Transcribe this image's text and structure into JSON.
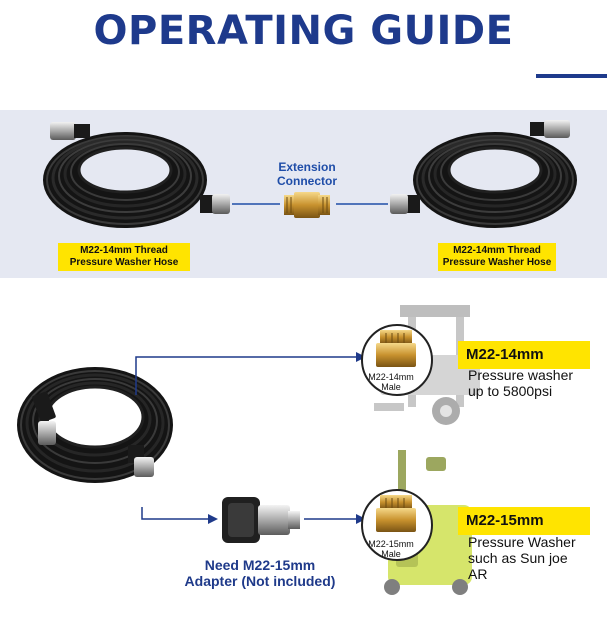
{
  "title": "OPERATING GUIDE",
  "top_section": {
    "left_hose_label_line1": "M22-14mm Thread",
    "left_hose_label_line2": "Pressure Washer Hose",
    "connector_label_line1": "Extension",
    "connector_label_line2": "Connector",
    "right_hose_label_line1": "M22-14mm Thread",
    "right_hose_label_line2": "Pressure Washer Hose"
  },
  "bottom_section": {
    "spec1": {
      "title": "M22-14mm",
      "desc_line1": "Pressure washer",
      "desc_line2": "up to 5800psi",
      "callout_line1": "M22-14mm",
      "callout_line2": "Male"
    },
    "spec2": {
      "title": "M22-15mm",
      "desc_line1": "Pressure Washer",
      "desc_line2": "such as Sun joe",
      "desc_line3": "AR",
      "callout_line1": "M22-15mm",
      "callout_line2": "Male"
    },
    "adapter_line1": "Need M22-15mm",
    "adapter_line2": "Adapter (Not included)"
  },
  "colors": {
    "brand_blue": "#1e3a8c",
    "highlight_yellow": "#ffe400",
    "band_bg": "#e5e8f2"
  }
}
